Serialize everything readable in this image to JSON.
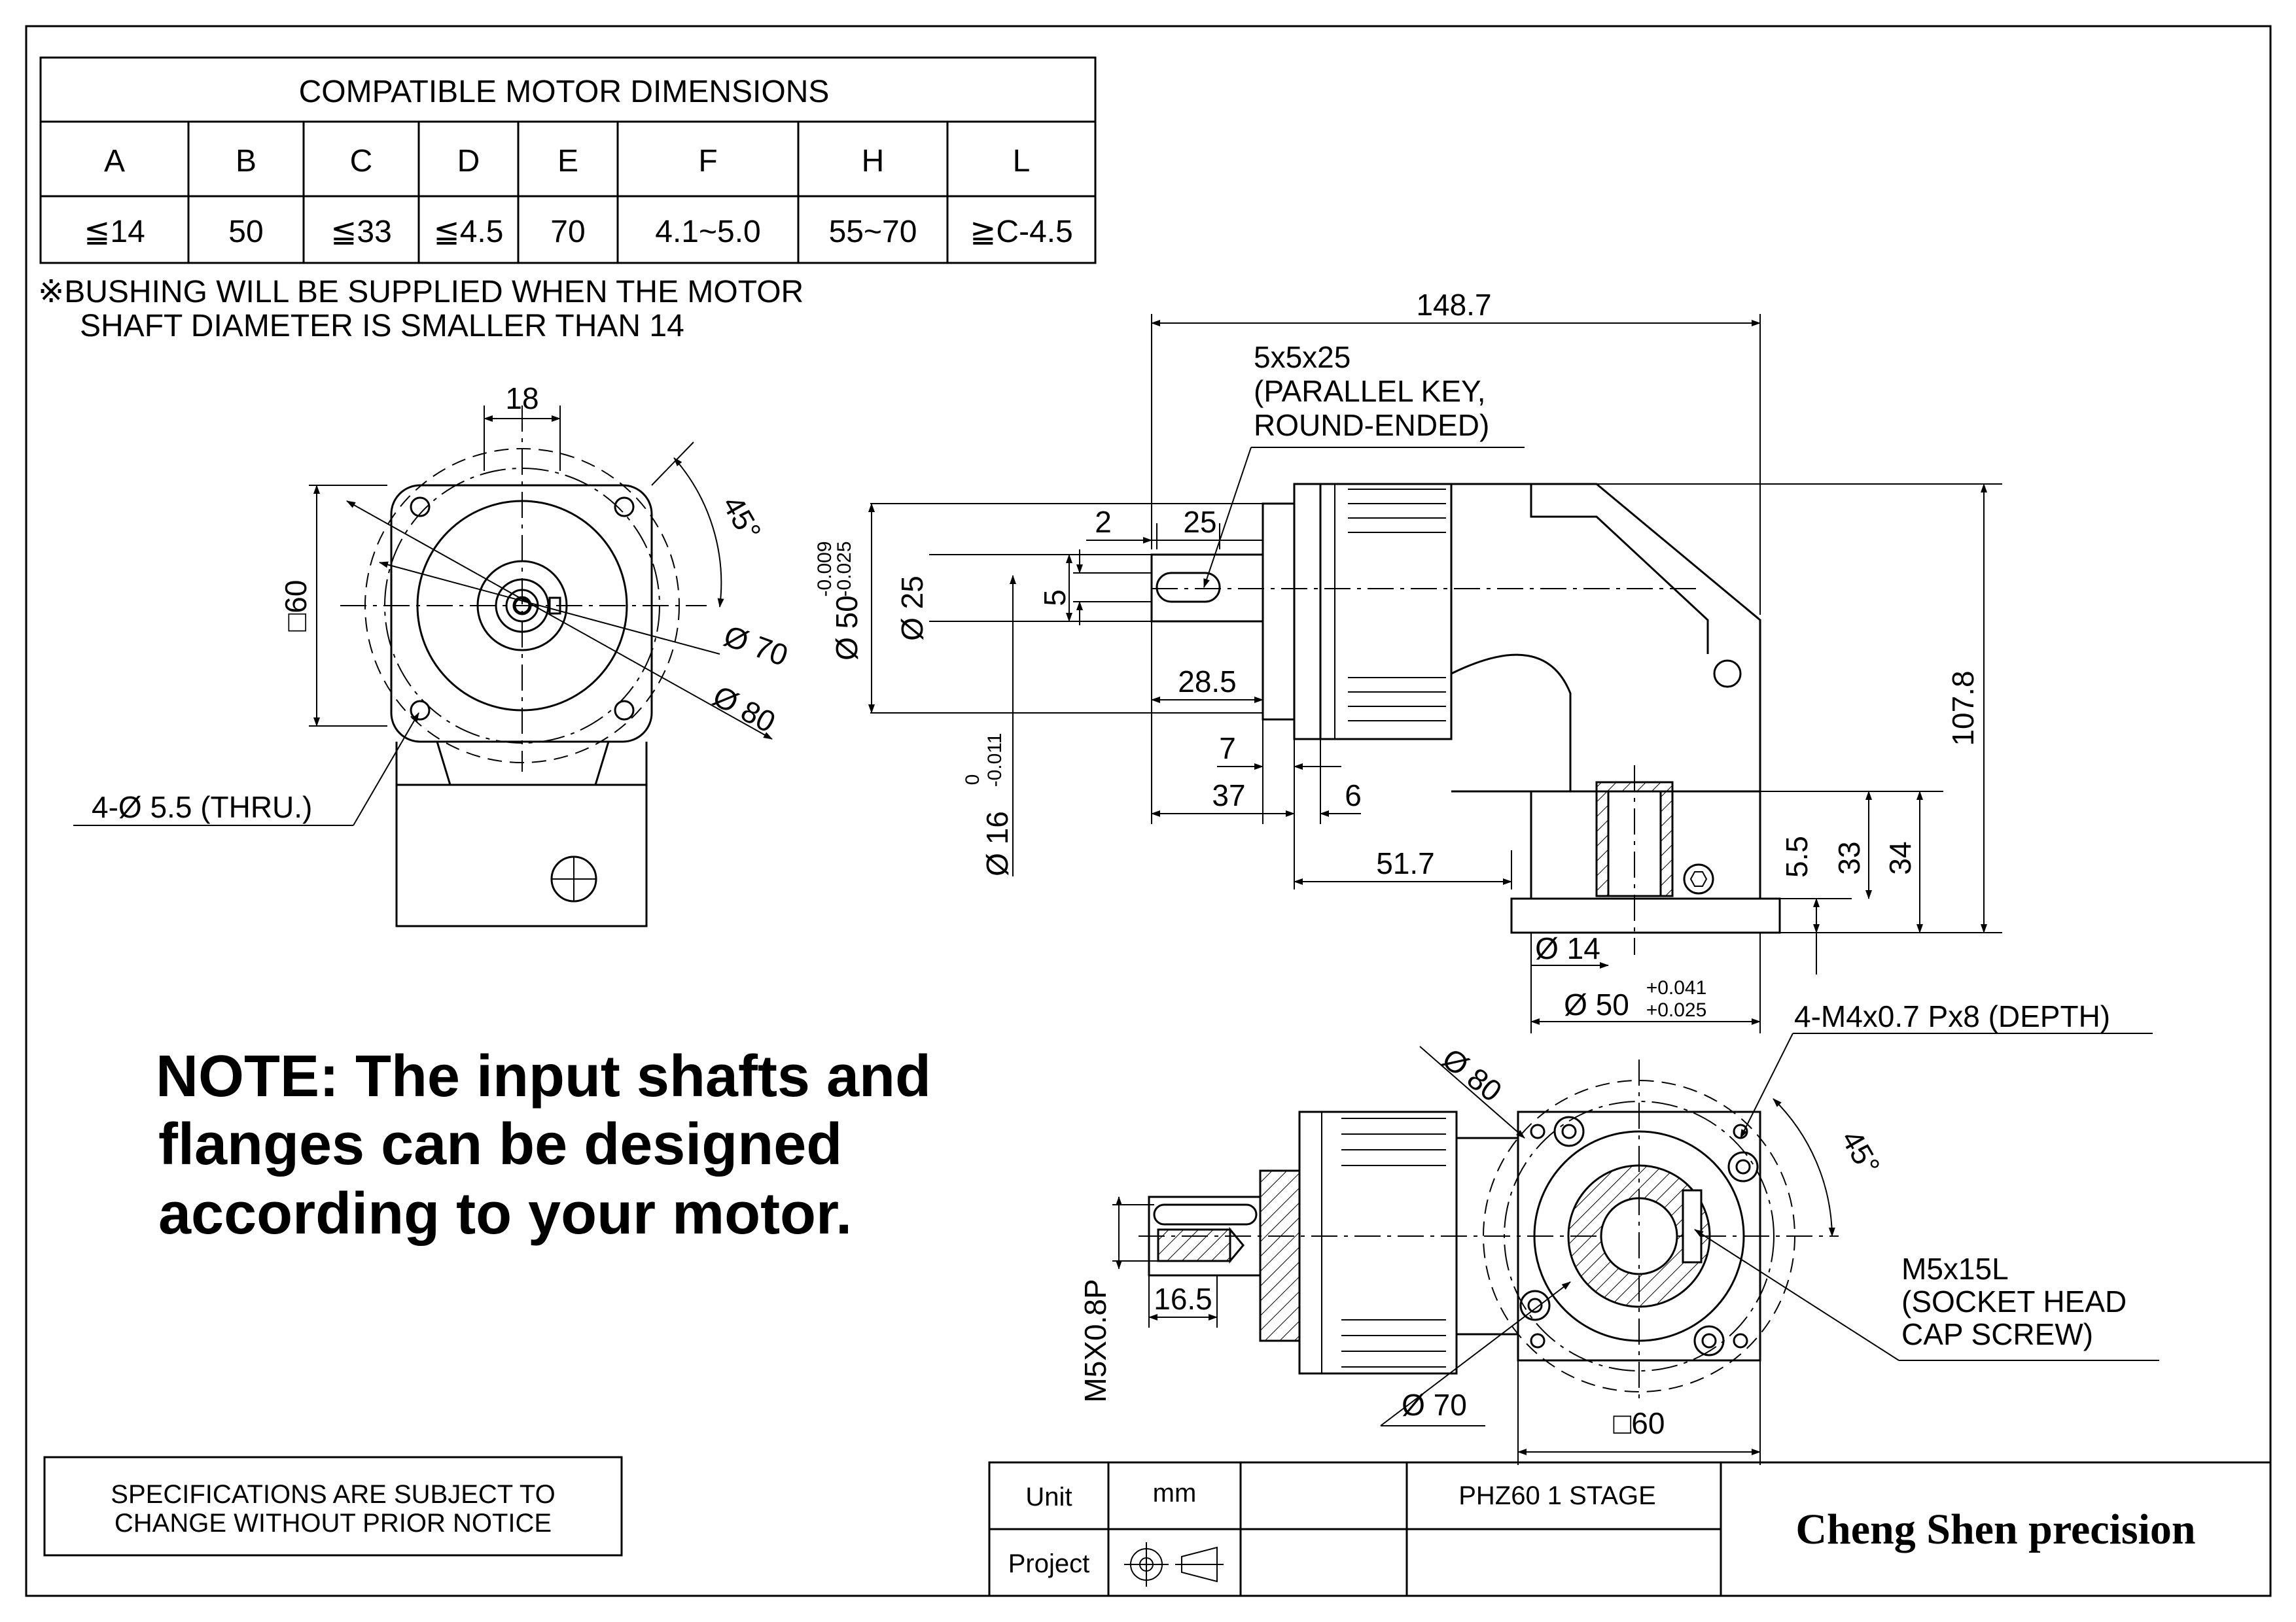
{
  "motor_table": {
    "title": "COMPATIBLE MOTOR DIMENSIONS",
    "headers": [
      "A",
      "B",
      "C",
      "D",
      "E",
      "F",
      "H",
      "L"
    ],
    "values": [
      "≦14",
      "50",
      "≦33",
      "≦4.5",
      "70",
      "4.1~5.0",
      "55~70",
      "≧C-4.5"
    ]
  },
  "bushing_note": {
    "line1": "※BUSHING WILL BE SUPPLIED WHEN THE MOTOR",
    "line2": "SHAFT DIAMETER IS SMALLER THAN 14"
  },
  "front_view": {
    "width": "18",
    "square": "□60",
    "angle": "45°",
    "pcd_70": "Ø 70",
    "pcd_80": "Ø 80",
    "holes": "4-Ø 5.5 (THRU.)"
  },
  "side_view": {
    "overall_length": "148.7",
    "key_line1": "5x5x25",
    "key_line2": "(PARALLEL KEY,",
    "key_line3": "ROUND-ENDED)",
    "d2": "2",
    "d25": "25",
    "key_width": "5",
    "d28_5": "28.5",
    "d7": "7",
    "d37": "37",
    "d6": "6",
    "d51_7": "51.7",
    "pilot": "Ø 50",
    "pilot_tol_upper": "-0.009",
    "pilot_tol_lower": "-0.025",
    "shaft25": "Ø 25",
    "shaft16": "Ø 16",
    "shaft16_tol_upper": "0",
    "shaft16_tol_lower": "-0.011",
    "height": "107.8",
    "d5_5": "5.5",
    "d33": "33",
    "d34": "34",
    "bore": "Ø 14",
    "spigot": "Ø 50",
    "spigot_tol_upper": "+0.041",
    "spigot_tol_lower": "+0.025"
  },
  "bottom_view": {
    "pcd_80": "Ø 80",
    "tapped": "4-M4x0.7 Px8 (DEPTH)",
    "angle": "45°",
    "screw_line1": "M5x15L",
    "screw_line2": "(SOCKET HEAD",
    "screw_line3": "CAP SCREW)",
    "thread": "M5X0.8P",
    "d16_5": "16.5",
    "pcd_70": "Ø 70",
    "square": "□60"
  },
  "note": {
    "line1": "NOTE: The input shafts and",
    "line2": "flanges can be designed",
    "line3": "according to your motor."
  },
  "spec_notice": {
    "line1": "SPECIFICATIONS ARE SUBJECT  TO",
    "line2": "CHANGE WITHOUT PRIOR NOTICE"
  },
  "title_block": {
    "unit_label": "Unit",
    "unit_value": "mm",
    "model": "PHZ60 1 STAGE",
    "project_label": "Project",
    "company": "Cheng Shen precision"
  }
}
